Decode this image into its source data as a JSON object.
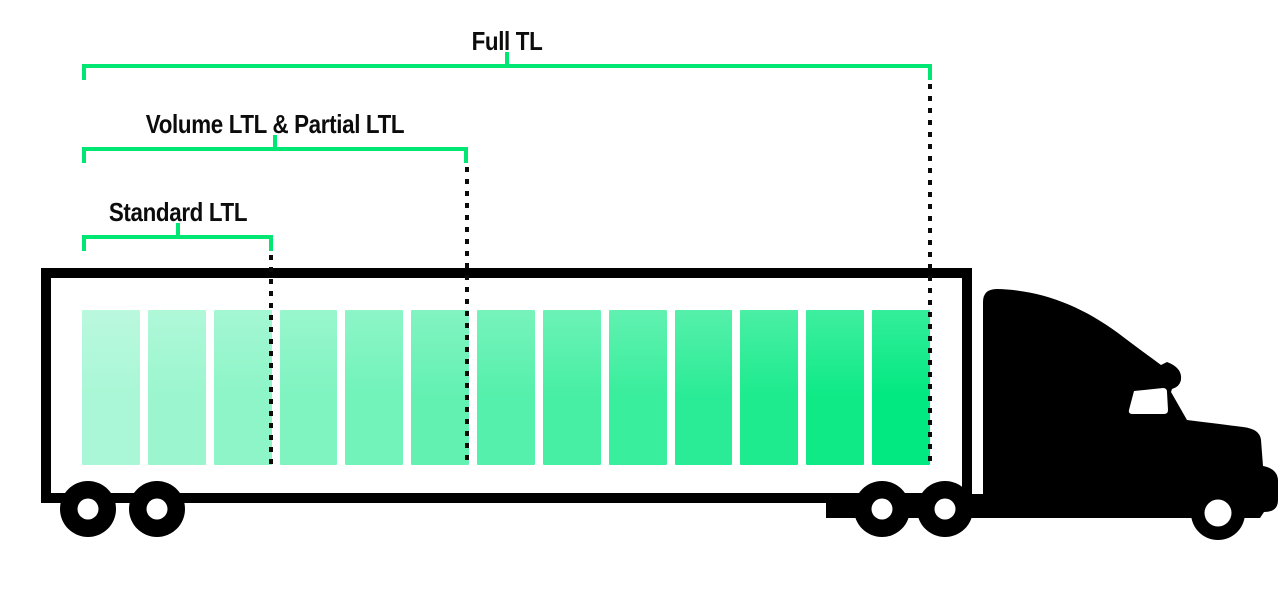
{
  "diagram": {
    "background": "#FFFFFF",
    "accent_green": "#00E673",
    "ink": "#000000",
    "subject": "freight-truck-load-size-comparison"
  },
  "brackets": [
    {
      "id": "full-tl",
      "label": "Full TL",
      "covers_bars": 13
    },
    {
      "id": "volume-partial",
      "label": "Volume LTL & Partial LTL",
      "covers_bars": 6
    },
    {
      "id": "standard-ltl",
      "label": "Standard LTL",
      "covers_bars": 3
    }
  ],
  "trailer": {
    "bar_count": 13,
    "bar_colors": [
      "#A9F7D6",
      "#9BF6CF",
      "#8DF5C8",
      "#7FF4C1",
      "#71F3BA",
      "#63F1B2",
      "#55F0AB",
      "#47EFA4",
      "#39EE9D",
      "#2BEC96",
      "#1DEB8E",
      "#0FEA87",
      "#02E981"
    ],
    "boundary_after_bars": [
      3,
      6,
      13
    ]
  }
}
